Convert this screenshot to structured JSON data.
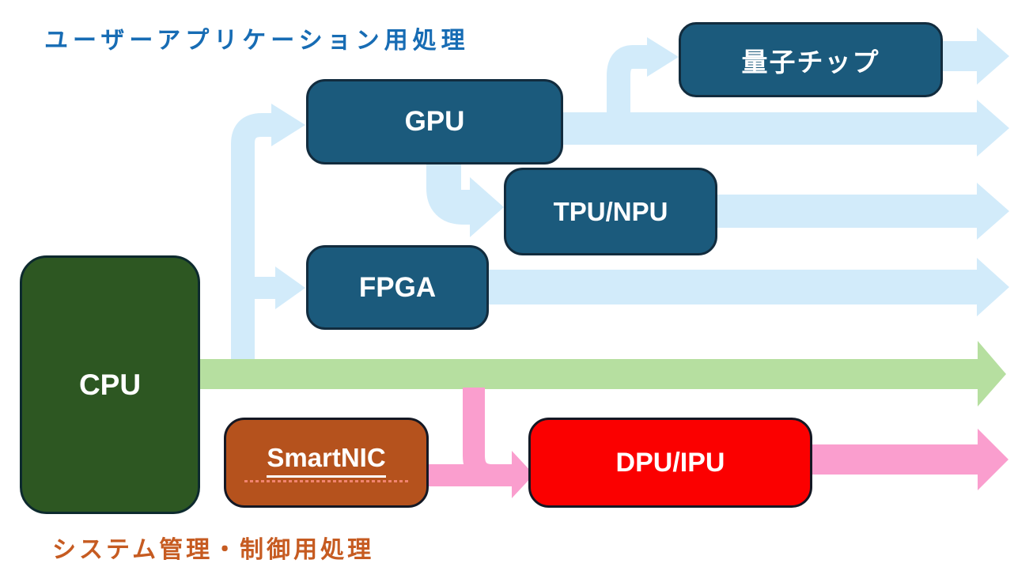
{
  "diagram": {
    "title_top": "ユーザーアプリケーション用処理",
    "title_bottom": "システム管理・制御用処理",
    "nodes": {
      "cpu": "CPU",
      "gpu": "GPU",
      "tpu_npu": "TPU/NPU",
      "fpga": "FPGA",
      "quantum_chip": "量子チップ",
      "smartnic": "SmartNIC",
      "dpu_ipu": "DPU/IPU"
    },
    "colors": {
      "user_flow_arrow": "#d2ebfa",
      "cpu_main_arrow": "#b6dfa0",
      "system_flow_arrow": "#fa9ece",
      "cpu_box": "#2d5722",
      "accelerator_box": "#1b5a7c",
      "smartnic_box": "#b5521d",
      "dpu_box": "#fb0000",
      "title_top_text": "#176cb4",
      "title_bottom_text": "#c65b21"
    },
    "connections": [
      {
        "from": "CPU",
        "to": "GPU",
        "style": "light-blue"
      },
      {
        "from": "CPU",
        "to": "FPGA",
        "style": "light-blue"
      },
      {
        "from": "GPU",
        "to": "量子チップ",
        "style": "light-blue"
      },
      {
        "from": "GPU",
        "to": "TPU/NPU",
        "style": "light-blue"
      },
      {
        "from": "GPU",
        "to": "right-edge",
        "style": "light-blue"
      },
      {
        "from": "量子チップ",
        "to": "right-edge",
        "style": "light-blue"
      },
      {
        "from": "TPU/NPU",
        "to": "right-edge",
        "style": "light-blue"
      },
      {
        "from": "FPGA",
        "to": "right-edge",
        "style": "light-blue"
      },
      {
        "from": "CPU",
        "to": "right-edge",
        "style": "green"
      },
      {
        "from": "CPU",
        "to": "DPU/IPU",
        "style": "pink"
      },
      {
        "from": "SmartNIC",
        "to": "DPU/IPU",
        "style": "pink"
      },
      {
        "from": "DPU/IPU",
        "to": "right-edge",
        "style": "pink"
      }
    ]
  }
}
